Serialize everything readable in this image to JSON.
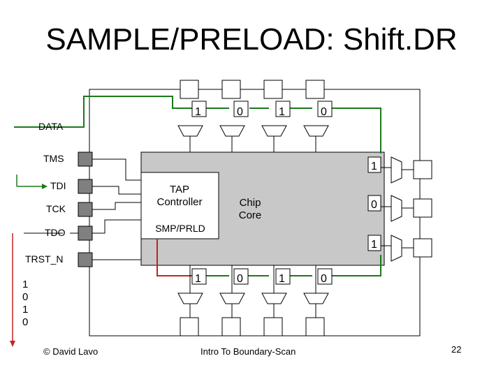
{
  "slide": {
    "title": "SAMPLE/PRELOAD: Shift.DR",
    "footer_left": "© David Lavo",
    "footer_center": "Intro To Boundary-Scan",
    "page_number": "22"
  },
  "labels": {
    "data": "DATA",
    "tms": "TMS",
    "tdi": "TDI",
    "tck": "TCK",
    "tdo": "TDO",
    "trst": "TRST_N",
    "tap_line1": "TAP",
    "tap_line2": "Controller",
    "chip_line1": "Chip",
    "chip_line2": "Core",
    "smp": "SMP/PRLD"
  },
  "top_cells": [
    "1",
    "0",
    "1",
    "0"
  ],
  "bottom_cells": [
    "1",
    "0",
    "1",
    "0"
  ],
  "right_cells": [
    "1",
    "0",
    "1"
  ],
  "tdo_stream": [
    "1",
    "0",
    "1",
    "0"
  ],
  "colors": {
    "scan_path": "#1a7a1a",
    "tdo_path": "#c0261e",
    "chip": "#c8c8c8",
    "pin": "#808080"
  }
}
